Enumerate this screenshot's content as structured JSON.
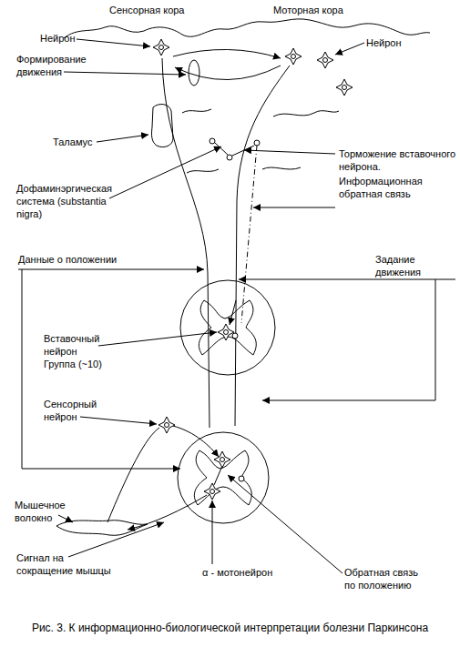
{
  "diagram": {
    "caption": "Рис. 3. К информационно-биологической интерпретации болезни Паркинсона",
    "labels": [
      "Сенсорная кора",
      "Моторная кора",
      "Нейрон",
      "Нейрон",
      "Формирование движения",
      "Таламус",
      "Торможение вставочного нейрона.",
      "Информационная обратная связь",
      "Дофаминэргическая система (substantia nigra)",
      "Данные о положении",
      "Задание движения",
      "Вставочный нейрон Группа (~10)",
      "Сенсорный нейрон",
      "Мышечное волокно",
      "Сигнал на сокращение мышцы",
      "α - мотонейрон",
      "Обратная связь по положению"
    ]
  }
}
